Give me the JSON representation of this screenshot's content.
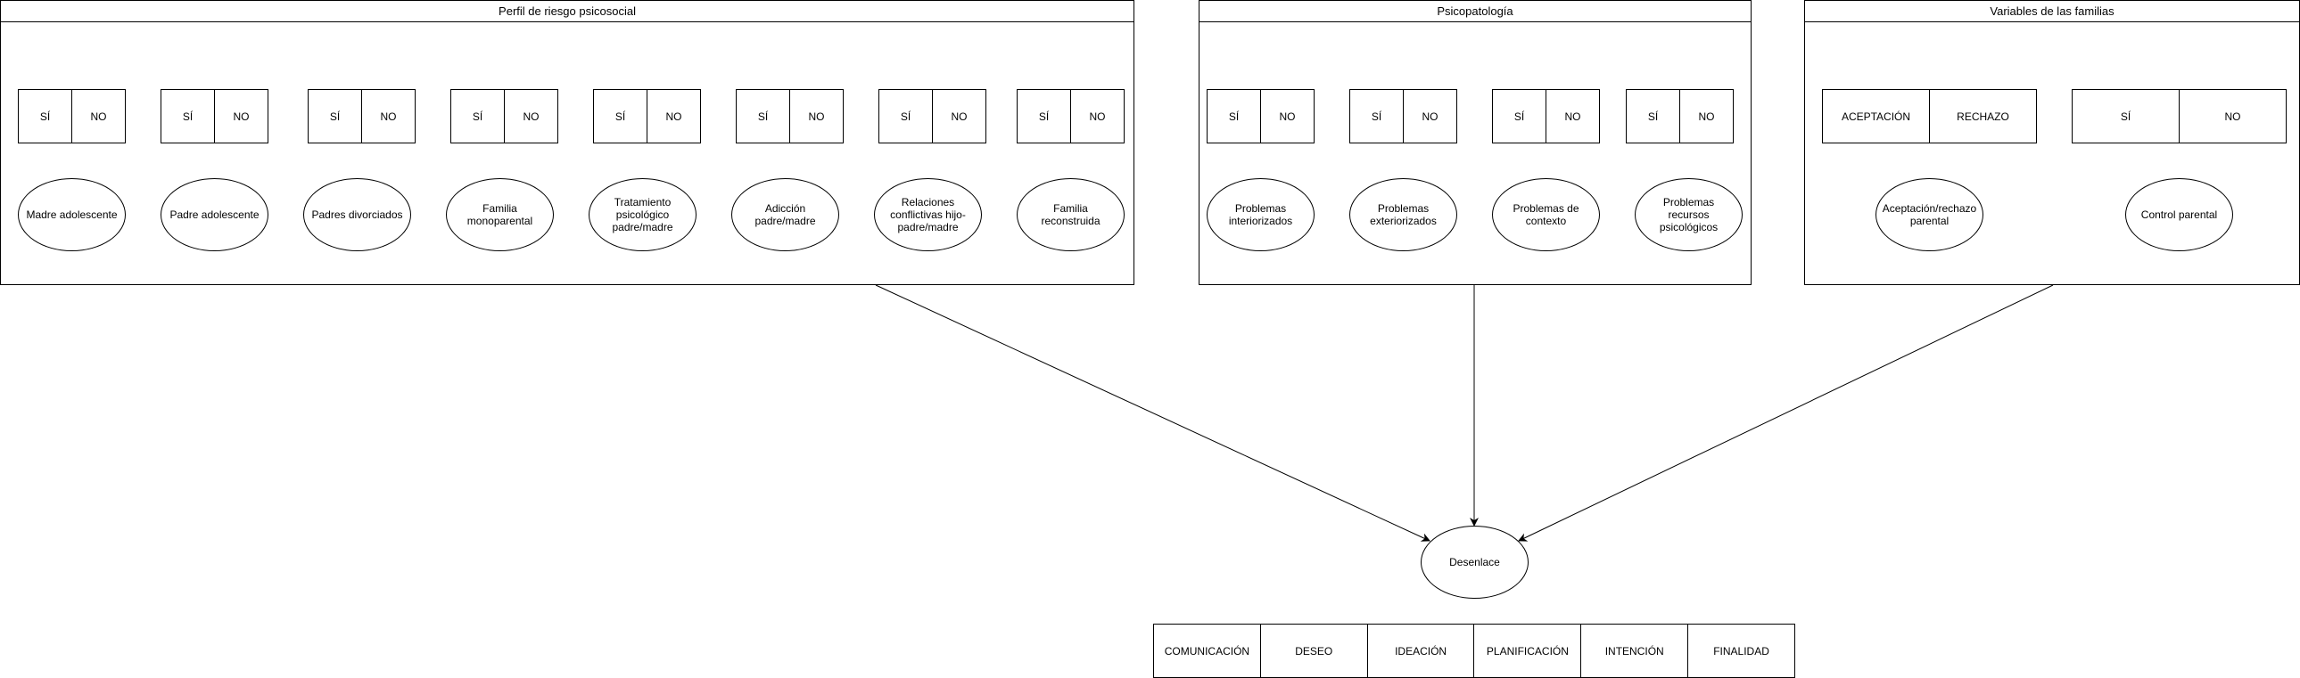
{
  "panels": {
    "perfil": {
      "title": "Perfil de riesgo psicosocial",
      "toggles": [
        {
          "yes": "SÍ",
          "no": "NO"
        },
        {
          "yes": "SÍ",
          "no": "NO"
        },
        {
          "yes": "SÍ",
          "no": "NO"
        },
        {
          "yes": "SÍ",
          "no": "NO"
        },
        {
          "yes": "SÍ",
          "no": "NO"
        },
        {
          "yes": "SÍ",
          "no": "NO"
        },
        {
          "yes": "SÍ",
          "no": "NO"
        },
        {
          "yes": "SÍ",
          "no": "NO"
        }
      ],
      "items": [
        "Madre adolescente",
        "Padre adolescente",
        "Padres divorciados",
        "Familia monoparental",
        "Tratamiento\npsicológico\npadre/madre",
        "Adicción padre/madre",
        "Relaciones\nconflictivas hijo-\npadre/madre",
        "Familia reconstruida"
      ]
    },
    "psico": {
      "title": "Psicopatología",
      "toggles": [
        {
          "yes": "SÍ",
          "no": "NO"
        },
        {
          "yes": "SÍ",
          "no": "NO"
        },
        {
          "yes": "SÍ",
          "no": "NO"
        },
        {
          "yes": "SÍ",
          "no": "NO"
        }
      ],
      "items": [
        "Problemas\ninteriorizados",
        "Problemas\nexteriorizados",
        "Problemas de\ncontexto",
        "Problemas recursos\npsicológicos"
      ]
    },
    "familias": {
      "title": "Variables de las familias",
      "toggles": [
        {
          "yes": "ACEPTACIÓN",
          "no": "RECHAZO"
        },
        {
          "yes": "SÍ",
          "no": "NO"
        }
      ],
      "items": [
        "Aceptación/rechazo\nparental",
        "Control parental"
      ]
    }
  },
  "outcome": {
    "label": "Desenlace",
    "stages": [
      "COMUNICACIÓN",
      "DESEO",
      "IDEACIÓN",
      "PLANIFICACIÓN",
      "INTENCIÓN",
      "FINALIDAD"
    ]
  }
}
